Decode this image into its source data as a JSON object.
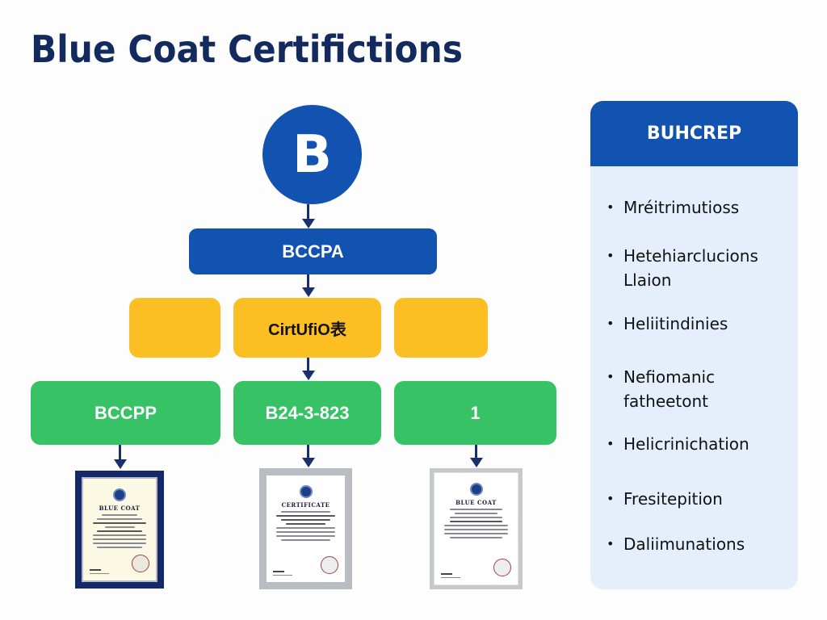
{
  "title": "Blue Coat Certifictions",
  "root": {
    "letter": "B"
  },
  "level1": {
    "label": "BCCPA"
  },
  "level2": [
    {
      "label": ""
    },
    {
      "label": "CirtUfiO表"
    },
    {
      "label": ""
    }
  ],
  "level3": [
    {
      "label": "BCCPP"
    },
    {
      "label": "B24-3-823"
    },
    {
      "label": "1"
    }
  ],
  "certificates": [
    {
      "style": "navy-frame",
      "heading": "BLUE COAT"
    },
    {
      "style": "gray-frame",
      "heading": "CERTIFICATE"
    },
    {
      "style": "light-frame",
      "heading": "BLUE COAT"
    }
  ],
  "panel": {
    "header": "BUHCREP",
    "items": [
      {
        "text": "Mréitrimutioss"
      },
      {
        "text": "Hetehiarclucions Llaion"
      },
      {
        "text": "Heliitindinies"
      },
      {
        "text": "Nefiomanic fatheetont"
      },
      {
        "text": "Helicrinichation"
      },
      {
        "text": "Fresitepition"
      },
      {
        "text": "Daliimunations"
      }
    ],
    "bullet_glyph": "•"
  },
  "colors": {
    "title": "#132a5e",
    "blue": "#1252b0",
    "yellow": "#fbbf24",
    "green": "#36c265",
    "arrow": "#18306f",
    "panel_bg": "#e5effb"
  }
}
